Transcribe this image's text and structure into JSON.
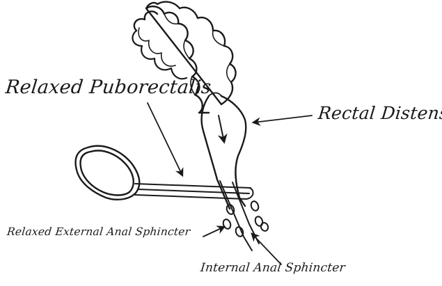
{
  "labels": {
    "relaxed_puborectalis": "Relaxed Puborectalis",
    "rectal_distension": "Rectal Distension",
    "relaxed_external_anal_sphincter": "Relaxed External Anal Sphincter",
    "internal_anal_sphincter": "Internal Anal Sphincter"
  },
  "colors": {
    "ink": "#1a1a1a",
    "background": "#ffffff"
  }
}
